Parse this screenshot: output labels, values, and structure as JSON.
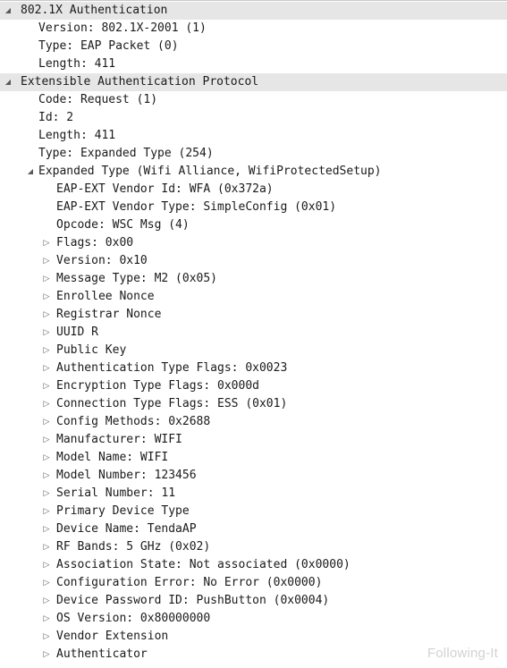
{
  "tree": [
    {
      "label": "802.1X Authentication",
      "level": 0,
      "toggle": "expanded",
      "selected": true
    },
    {
      "label": "Version: 802.1X-2001 (1)",
      "level": 1,
      "toggle": "none"
    },
    {
      "label": "Type: EAP Packet (0)",
      "level": 1,
      "toggle": "none"
    },
    {
      "label": "Length: 411",
      "level": 1,
      "toggle": "none"
    },
    {
      "label": "Extensible Authentication Protocol",
      "level": 0,
      "toggle": "expanded",
      "selected": true
    },
    {
      "label": "Code: Request (1)",
      "level": 1,
      "toggle": "none"
    },
    {
      "label": "Id: 2",
      "level": 1,
      "toggle": "none"
    },
    {
      "label": "Length: 411",
      "level": 1,
      "toggle": "none"
    },
    {
      "label": "Type: Expanded Type (254)",
      "level": 1,
      "toggle": "none"
    },
    {
      "label": "Expanded Type (Wifi Alliance, WifiProtectedSetup)",
      "level": 1,
      "toggle": "expanded"
    },
    {
      "label": "EAP-EXT Vendor Id: WFA (0x372a)",
      "level": 2,
      "toggle": "none"
    },
    {
      "label": "EAP-EXT Vendor Type: SimpleConfig (0x01)",
      "level": 2,
      "toggle": "none"
    },
    {
      "label": "Opcode: WSC Msg (4)",
      "level": 2,
      "toggle": "none"
    },
    {
      "label": "Flags: 0x00",
      "level": 2,
      "toggle": "collapsed"
    },
    {
      "label": "Version: 0x10",
      "level": 2,
      "toggle": "collapsed"
    },
    {
      "label": "Message Type: M2 (0x05)",
      "level": 2,
      "toggle": "collapsed"
    },
    {
      "label": "Enrollee Nonce",
      "level": 2,
      "toggle": "collapsed"
    },
    {
      "label": "Registrar Nonce",
      "level": 2,
      "toggle": "collapsed"
    },
    {
      "label": "UUID R",
      "level": 2,
      "toggle": "collapsed"
    },
    {
      "label": "Public Key",
      "level": 2,
      "toggle": "collapsed"
    },
    {
      "label": "Authentication Type Flags: 0x0023",
      "level": 2,
      "toggle": "collapsed"
    },
    {
      "label": "Encryption Type Flags: 0x000d",
      "level": 2,
      "toggle": "collapsed"
    },
    {
      "label": "Connection Type Flags: ESS (0x01)",
      "level": 2,
      "toggle": "collapsed"
    },
    {
      "label": "Config Methods: 0x2688",
      "level": 2,
      "toggle": "collapsed"
    },
    {
      "label": "Manufacturer: WIFI",
      "level": 2,
      "toggle": "collapsed"
    },
    {
      "label": "Model Name: WIFI",
      "level": 2,
      "toggle": "collapsed"
    },
    {
      "label": "Model Number: 123456",
      "level": 2,
      "toggle": "collapsed"
    },
    {
      "label": "Serial Number: 11",
      "level": 2,
      "toggle": "collapsed"
    },
    {
      "label": "Primary Device Type",
      "level": 2,
      "toggle": "collapsed"
    },
    {
      "label": "Device Name: TendaAP",
      "level": 2,
      "toggle": "collapsed"
    },
    {
      "label": "RF Bands: 5 GHz (0x02)",
      "level": 2,
      "toggle": "collapsed"
    },
    {
      "label": "Association State: Not associated (0x0000)",
      "level": 2,
      "toggle": "collapsed"
    },
    {
      "label": "Configuration Error: No Error (0x0000)",
      "level": 2,
      "toggle": "collapsed"
    },
    {
      "label": "Device Password ID: PushButton (0x0004)",
      "level": 2,
      "toggle": "collapsed"
    },
    {
      "label": "OS Version: 0x80000000",
      "level": 2,
      "toggle": "collapsed"
    },
    {
      "label": "Vendor Extension",
      "level": 2,
      "toggle": "collapsed"
    },
    {
      "label": "Authenticator",
      "level": 2,
      "toggle": "collapsed"
    }
  ],
  "watermark": "Following-It",
  "colors": {
    "selected_row": "#e6e6e6",
    "toggle": "#5a5a5a",
    "text": "#1a1a1a"
  }
}
